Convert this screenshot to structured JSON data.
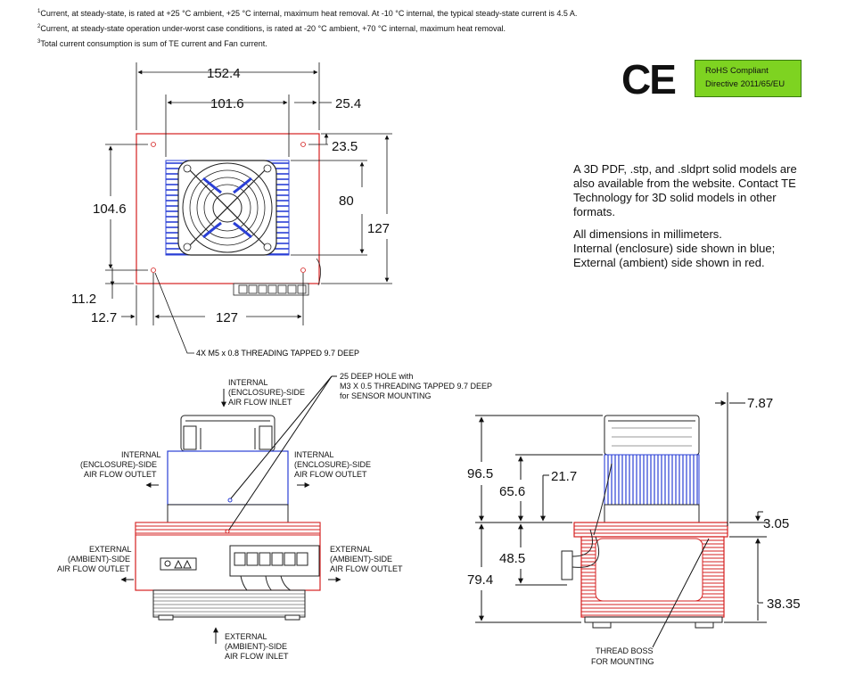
{
  "footnotes": [
    {
      "mark": "1",
      "text": "Current, at steady-state, is rated at +25 °C ambient, +25 °C internal, maximum heat removal. At -10 °C internal, the typical steady-state current is 4.5 A."
    },
    {
      "mark": "2",
      "text": "Current, at steady-state operation under-worst case conditions, is rated at -20 °C ambient, +70 °C internal, maximum heat removal."
    },
    {
      "mark": "3",
      "text": "Total current consumption is sum of TE current and Fan current."
    }
  ],
  "certification": {
    "ce_mark": "CE",
    "rohs_line1": "RoHS Compliant",
    "rohs_line2": "Directive 2011/65/EU"
  },
  "info": {
    "models": "A 3D PDF, .stp, and .sldprt solid models are also available from the website. Contact TE Technology for 3D solid models in other formats.",
    "units": "All dimensions in millimeters.",
    "blue_note": "Internal (enclosure) side shown in blue;",
    "red_note": "External (ambient) side shown in red."
  },
  "top_view": {
    "dim_width": "152.4",
    "dim_fan_width": "101.6",
    "dim_offset": "25.4",
    "dim_hole_top": "23.5",
    "dim_fan_height": "80",
    "dim_plate_height": "127",
    "dim_height_left": "104.6",
    "dim_hole_bottom": "11.2",
    "dim_hole_left": "12.7",
    "dim_hole_span": "127",
    "thread_note": "4X M5 x 0.8 THREADING TAPPED 9.7 DEEP"
  },
  "front_view": {
    "inlet_internal": [
      "INTERNAL",
      "(ENCLOSURE)-SIDE",
      "AIR FLOW INLET"
    ],
    "outlet_internal_left": [
      "INTERNAL",
      "(ENCLOSURE)-SIDE",
      "AIR FLOW OUTLET"
    ],
    "outlet_internal_right": [
      "INTERNAL",
      "(ENCLOSURE)-SIDE",
      "AIR FLOW OUTLET"
    ],
    "outlet_external_left": [
      "EXTERNAL",
      "(AMBIENT)-SIDE",
      "AIR FLOW OUTLET"
    ],
    "outlet_external_right": [
      "EXTERNAL",
      "(AMBIENT)-SIDE",
      "AIR FLOW OUTLET"
    ],
    "inlet_external": [
      "EXTERNAL",
      "(AMBIENT)-SIDE",
      "AIR FLOW INLET"
    ],
    "sensor_note": [
      "25 DEEP HOLE with",
      "M3 X 0.5 THREADING TAPPED 9.7 DEEP",
      "for SENSOR MOUNTING"
    ]
  },
  "side_view": {
    "dim_top_offset": "7.87",
    "dim_internal_height": "96.5",
    "dim_fan_offset": "65.6",
    "dim_fan_width": "21.7",
    "dim_plate_thickness": "3.05",
    "dim_lower_mid": "48.5",
    "dim_external_height": "79.4",
    "dim_boss": "38.35",
    "boss_note": [
      "THREAD BOSS",
      "FOR MOUNTING"
    ]
  },
  "colors": {
    "internal": "#2a3fd6",
    "external": "#d42020",
    "rohs": "#7ed321"
  }
}
